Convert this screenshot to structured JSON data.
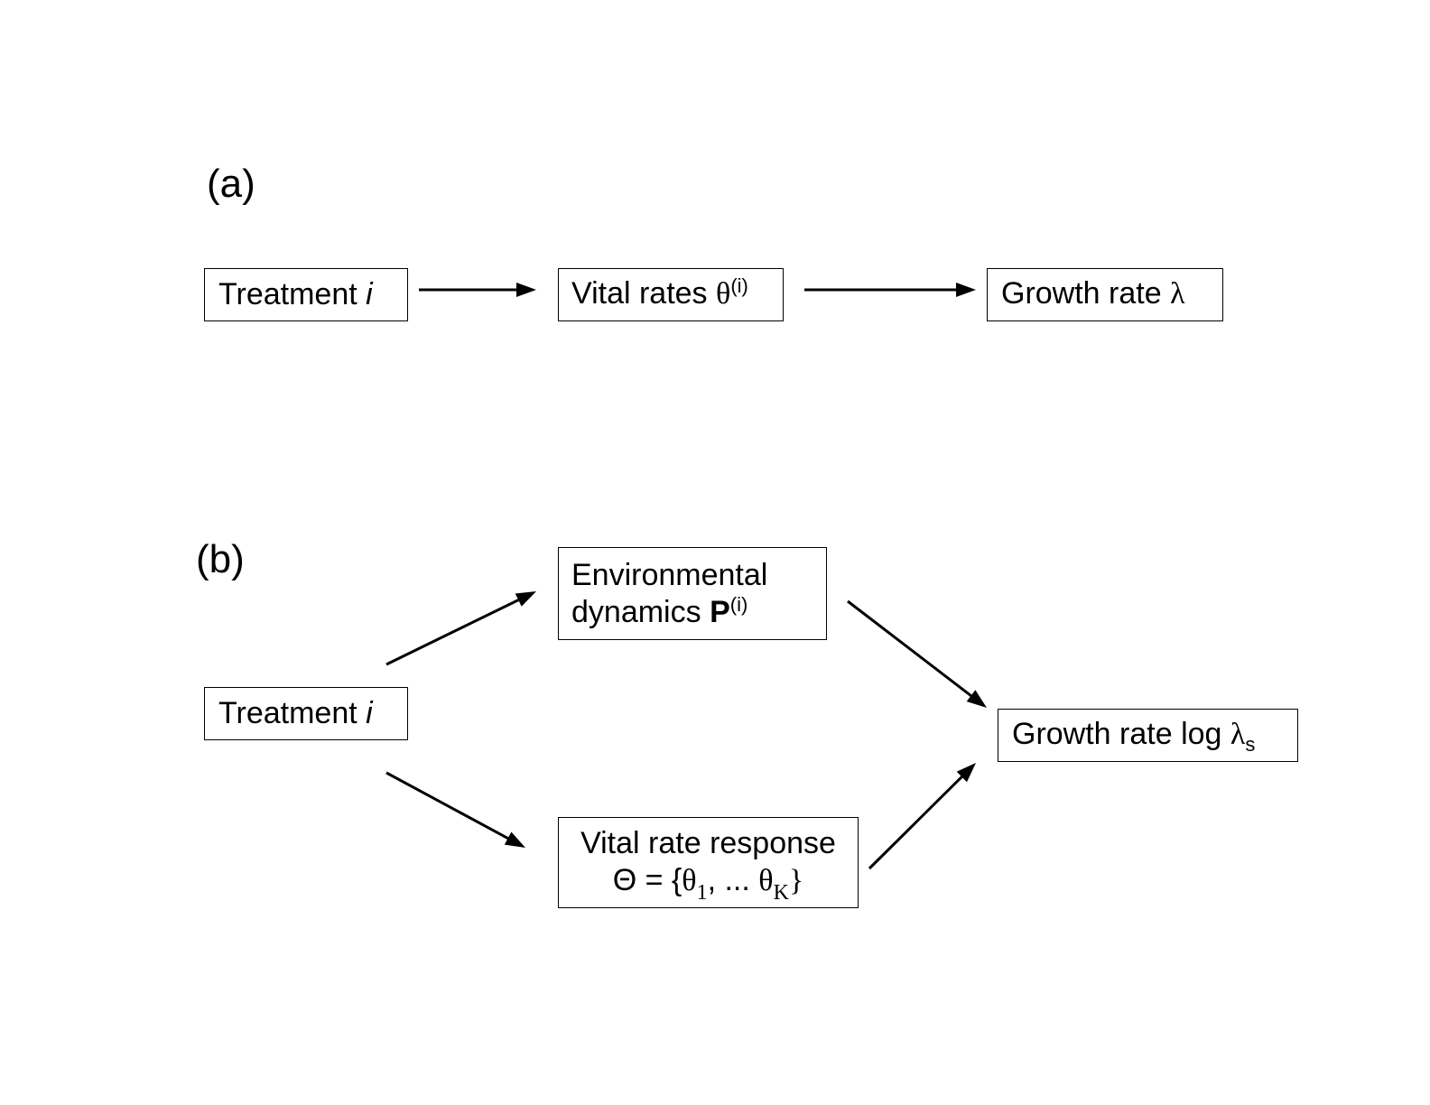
{
  "panel_a": {
    "label": "(a)",
    "treatment": {
      "text": "Treatment ",
      "var": "i"
    },
    "vital_rates": {
      "text": "Vital rates ",
      "symbol": "θ",
      "sup": "(i)"
    },
    "growth_rate": {
      "text": "Growth rate ",
      "symbol": "λ"
    }
  },
  "panel_b": {
    "label": "(b)",
    "environmental": {
      "line1": "Environmental",
      "line2": "dynamics ",
      "bold": "P",
      "sup": "(i)"
    },
    "treatment": {
      "text": "Treatment ",
      "var": "i"
    },
    "vital_response": {
      "line1": "Vital rate response",
      "theta_cap": "Θ",
      "equals": " = {",
      "theta": "θ",
      "sub1": "1",
      "middle": ", ...  ",
      "subK": "K",
      "close": "}"
    },
    "growth_rate": {
      "text": "Growth rate log ",
      "symbol": "λ",
      "sub": "s"
    }
  }
}
